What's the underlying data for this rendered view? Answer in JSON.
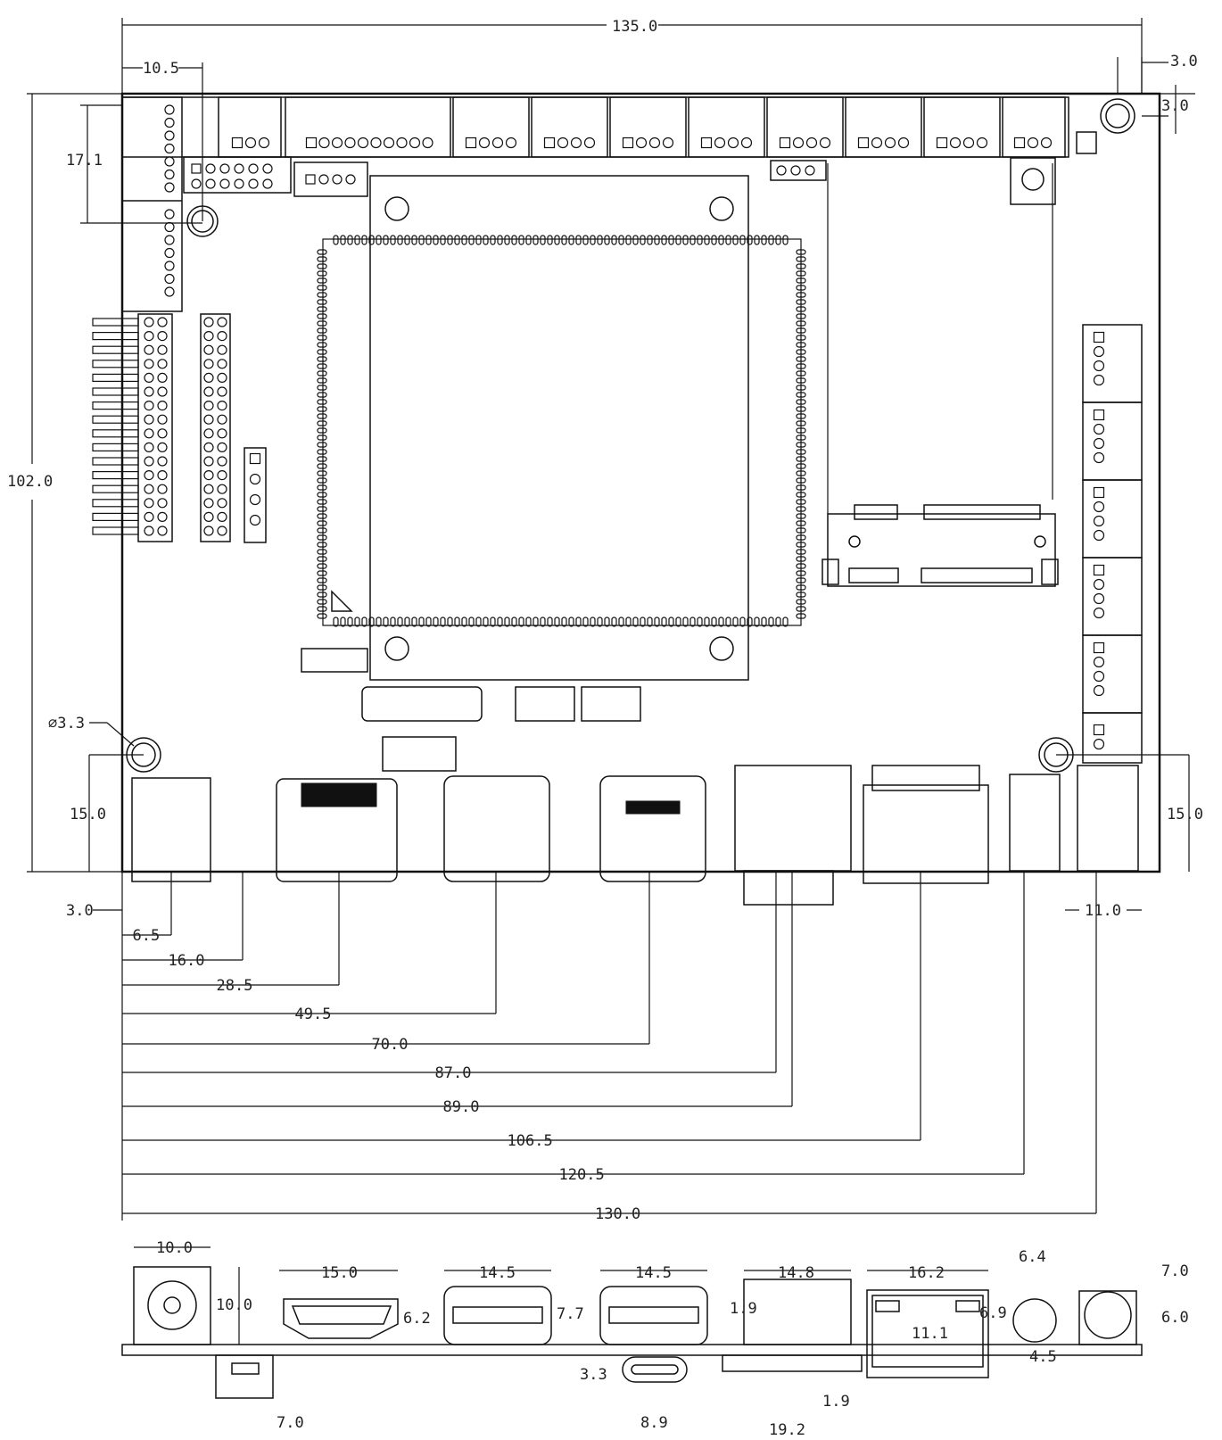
{
  "dimensions": {
    "board_width": "135.0",
    "board_height": "102.0",
    "left_header_offset": "10.5",
    "header_height": "17.1",
    "corner_x": "3.0",
    "corner_y": "3.0",
    "mount_hole_diameter": "⌀3.3",
    "left_hole_to_edge": "15.0",
    "right_hole_to_edge": "15.0",
    "left_edge_offset": "3.0",
    "right_pos_11": "11.0",
    "io_positions": [
      "6.5",
      "16.0",
      "28.5",
      "49.5",
      "70.0",
      "87.0",
      "89.0",
      "106.5",
      "120.5",
      "130.0"
    ],
    "side_view": {
      "dc_width": "10.0",
      "dc_height": "10.0",
      "hdmi_width": "15.0",
      "hdmi_height": "6.2",
      "usb1_width": "14.5",
      "usb1_height": "7.7",
      "usb2_width": "14.5",
      "usb_c_height": "3.3",
      "usb_c_width": "8.9",
      "sd_width": "14.8",
      "sd_gap": "1.9",
      "tf_width": "19.2",
      "tf_gap": "1.9",
      "rj45_width": "16.2",
      "rj45_height": "11.1",
      "rj45_offset": "6.9",
      "audio_width": "6.4",
      "audio_height": "4.5",
      "jack_width": "7.0",
      "jack_height": "6.0",
      "bottom_conn_width": "7.0"
    }
  }
}
